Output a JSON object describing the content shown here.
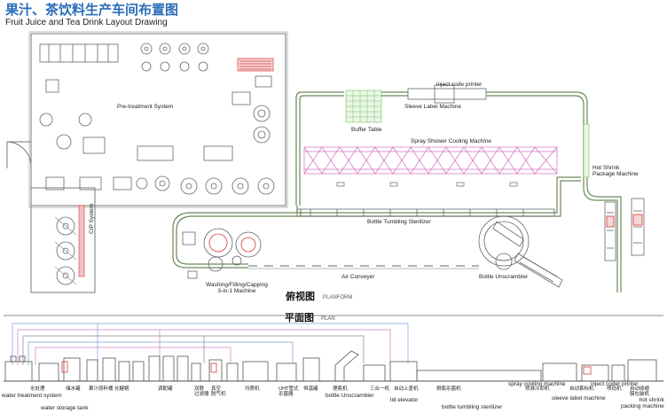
{
  "title": {
    "cn": "果汁、茶饮料生产车间布置图",
    "en": "Fruit Juice and Tea Drink Layout Drawing"
  },
  "planform": {
    "view_cn": "俯视图",
    "view_en": "PLANFORM",
    "labels": {
      "pretreatment": "Pre-treatment System",
      "cip": "CIP System",
      "inject_code": "inject code printer",
      "sleeve_label": "Sleeve Label Machine",
      "buffer_table": "Buffer Table",
      "spray_cooling": "Spray Shower Cooling Machine",
      "hot_shrink": "Hot Shrink\nPackage Machine",
      "bottle_tumbling": "Bottle Tumbling Sterilizer",
      "washing": "Washing/Filling/Capping\n3-in-1 Machine",
      "air_conveyer": "Air Conveyer",
      "unscrambler": "Bottle Unscrambler"
    }
  },
  "plan": {
    "view_cn": "平面图",
    "view_en": "PLAN",
    "cn_labels": [
      "水处理",
      "储水罐",
      "果汁原料桶",
      "化糖锅",
      "调配罐",
      "双联\n过滤器",
      "真空\n脱气机",
      "均质机",
      "UHT管式\n杀菌器",
      "恒温罐",
      "理瓶机",
      "三合一机",
      "自动上盖机",
      "倒瓶杀菌机",
      "喷淋冷却机",
      "自动套标机",
      "喷码机",
      "自动收缩\n膜包装机"
    ],
    "en_labels": {
      "water_treatment": "water treatment system",
      "water_storage": "water storage tank",
      "bottle_unscrambler": "bottle Unscrambler",
      "lid_elevator": "lid elevator",
      "bottle_tumbling": "bottle tumbling sterilizer",
      "spray_cooling": "spray cooling machine",
      "sleeve_label": "sleeve label machine",
      "inject_coder": "inject coder printer",
      "hot_shrink": "hot shrink\npacking machine"
    }
  },
  "colors": {
    "title": "#2a6db8",
    "conveyor": "#6a8a5a",
    "spray": "#d070c0",
    "grid_green": "#58b84a",
    "rack_red": "#d83a3a",
    "wall": "#777777",
    "pipe_blue": "#7aa0d8",
    "pipe_pink": "#d080c0"
  }
}
